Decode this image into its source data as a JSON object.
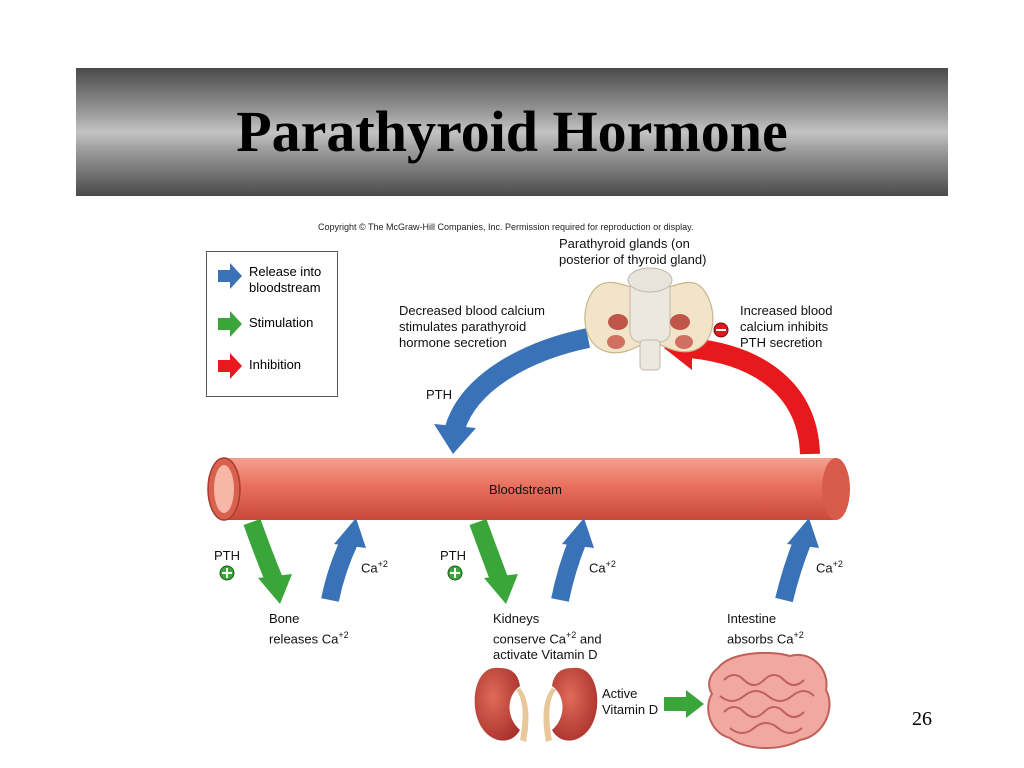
{
  "slide": {
    "title": "Parathyroid Hormone",
    "page_number": "26"
  },
  "figure": {
    "copyright": "Copyright © The McGraw-Hill Companies, Inc. Permission required for reproduction or display.",
    "legend": [
      {
        "label_line1": "Release into",
        "label_line2": "bloodstream",
        "color": "#3a72b8"
      },
      {
        "label_line1": "Stimulation",
        "label_line2": "",
        "color": "#3aa63a"
      },
      {
        "label_line1": "Inhibition",
        "label_line2": "",
        "color": "#e8191c"
      }
    ],
    "glands": {
      "line1": "Parathyroid glands (on",
      "line2": "posterior of thyroid gland)"
    },
    "decreased": {
      "line1": "Decreased blood calcium",
      "line2": "stimulates parathyroid",
      "line3": "hormone secretion"
    },
    "increased": {
      "line1": "Increased blood",
      "line2": "calcium inhibits",
      "line3": "PTH secretion"
    },
    "pth_top": "PTH",
    "bloodstream": "Bloodstream",
    "pth": "PTH",
    "ca": "Ca",
    "charge": "+2",
    "bone": {
      "line1": "Bone",
      "line2": "releases Ca"
    },
    "kidneys": {
      "line1": "Kidneys",
      "line2a": "conserve Ca",
      "line2b": " and",
      "line3": "activate Vitamin D"
    },
    "intestine": {
      "line1": "Intestine",
      "line2": "absorbs Ca"
    },
    "vitamin": {
      "line1": "Active",
      "line2": "Vitamin D"
    },
    "colors": {
      "release": "#3a72b8",
      "stimulation": "#3aa63a",
      "inhibition": "#e8191c",
      "vessel": "#e8705e"
    }
  }
}
